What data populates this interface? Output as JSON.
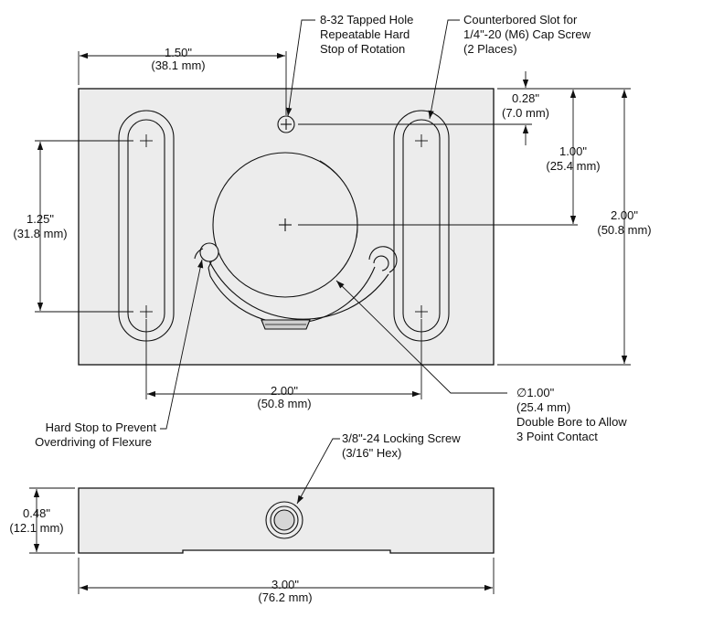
{
  "colors": {
    "line": "#111111",
    "block_fill": "#ececec",
    "background": "#ffffff",
    "bore_fill": "#cfcfcf"
  },
  "top_view": {
    "dim_tap_offset": {
      "inch": "1.50\"",
      "mm": "(38.1 mm)"
    },
    "dim_slot_height": {
      "inch": "1.25\"",
      "mm": "(31.8 mm)"
    },
    "dim_top_offset": {
      "inch": "0.28\"",
      "mm": "(7.0 mm)"
    },
    "dim_center_offset": {
      "inch": "1.00\"",
      "mm": "(25.4 mm)"
    },
    "dim_overall_height": {
      "inch": "2.00\"",
      "mm": "(50.8 mm)"
    },
    "dim_slot_spacing": {
      "inch": "2.00\"",
      "mm": "(50.8 mm)"
    },
    "callout_tapped_hole": [
      "8-32 Tapped Hole",
      "Repeatable Hard",
      "Stop of Rotation"
    ],
    "callout_slot": [
      "Counterbored Slot for",
      "1/4\"-20 (M6) Cap Screw",
      "(2 Places)"
    ],
    "callout_hard_stop": [
      "Hard Stop to Prevent",
      "Overdriving of Flexure"
    ],
    "callout_bore": [
      "∅1.00\"",
      "(25.4 mm)",
      "Double Bore to Allow",
      "3 Point Contact"
    ]
  },
  "side_view": {
    "dim_thickness": {
      "inch": "0.48\"",
      "mm": "(12.1 mm)"
    },
    "dim_width": {
      "inch": "3.00\"",
      "mm": "(76.2 mm)"
    },
    "callout_locking_screw": [
      "3/8\"-24 Locking Screw",
      "(3/16\" Hex)"
    ]
  }
}
